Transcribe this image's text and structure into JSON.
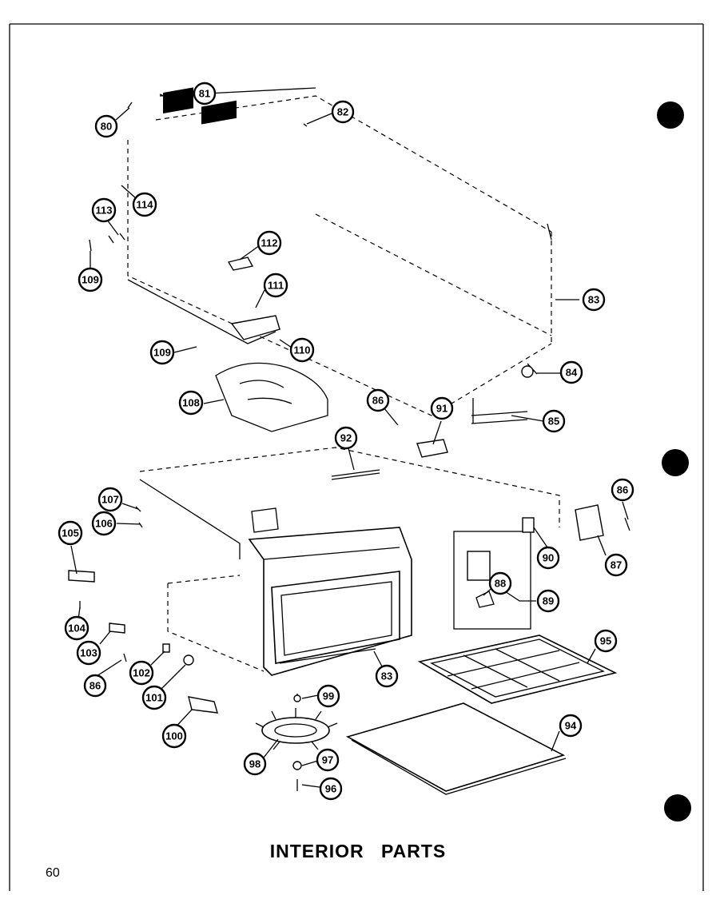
{
  "page": {
    "title": "INTERIOR PARTS",
    "page_number": "60"
  },
  "callouts": [
    {
      "id": "c80a",
      "label": "80"
    },
    {
      "id": "c81",
      "label": "81"
    },
    {
      "id": "c82",
      "label": "82"
    },
    {
      "id": "c114",
      "label": "114"
    },
    {
      "id": "c113",
      "label": "113"
    },
    {
      "id": "c109a",
      "label": "109"
    },
    {
      "id": "c112",
      "label": "112"
    },
    {
      "id": "c111",
      "label": "111"
    },
    {
      "id": "c83a",
      "label": "83"
    },
    {
      "id": "c109b",
      "label": "109"
    },
    {
      "id": "c110",
      "label": "110"
    },
    {
      "id": "c84a",
      "label": "84"
    },
    {
      "id": "c108",
      "label": "108"
    },
    {
      "id": "c86a",
      "label": "86"
    },
    {
      "id": "c91",
      "label": "91"
    },
    {
      "id": "c85a",
      "label": "85"
    },
    {
      "id": "c92",
      "label": "92"
    },
    {
      "id": "c86b",
      "label": "86"
    },
    {
      "id": "c107",
      "label": "107"
    },
    {
      "id": "c106",
      "label": "106"
    },
    {
      "id": "c105",
      "label": "105"
    },
    {
      "id": "c90",
      "label": "90"
    },
    {
      "id": "c87",
      "label": "87"
    },
    {
      "id": "c88",
      "label": "88"
    },
    {
      "id": "c89",
      "label": "89"
    },
    {
      "id": "c104",
      "label": "104"
    },
    {
      "id": "c95",
      "label": "95"
    },
    {
      "id": "c103",
      "label": "103"
    },
    {
      "id": "c102",
      "label": "102"
    },
    {
      "id": "c86c",
      "label": "86"
    },
    {
      "id": "c83b",
      "label": "83"
    },
    {
      "id": "c101",
      "label": "101"
    },
    {
      "id": "c99",
      "label": "99"
    },
    {
      "id": "c100",
      "label": "100"
    },
    {
      "id": "c94",
      "label": "94"
    },
    {
      "id": "c98",
      "label": "98"
    },
    {
      "id": "c97",
      "label": "97"
    },
    {
      "id": "c96",
      "label": "96"
    }
  ]
}
